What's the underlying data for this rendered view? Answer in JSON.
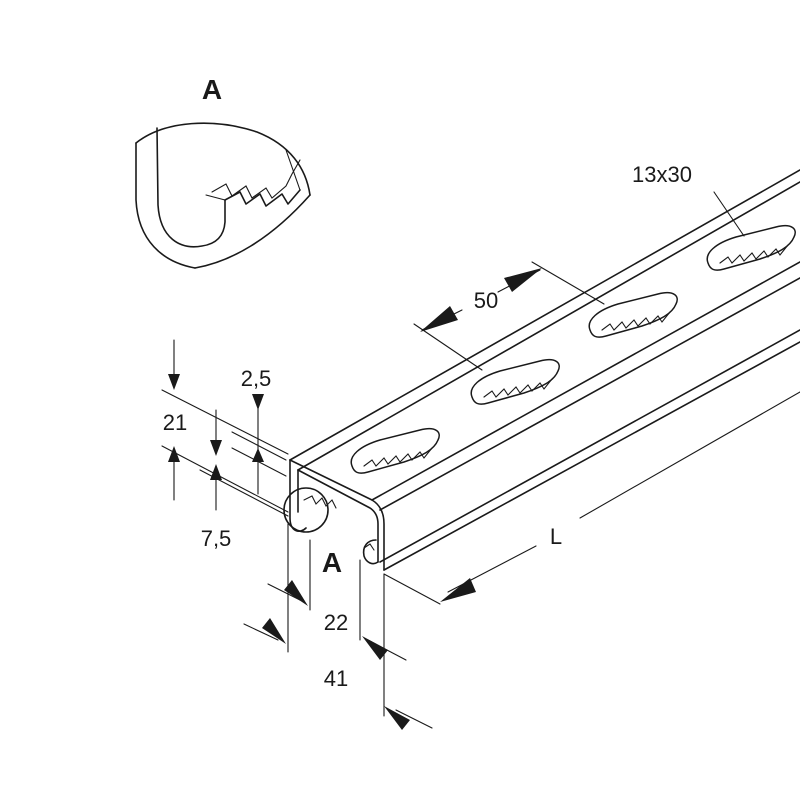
{
  "detail": {
    "label": "A",
    "callout_label": "A"
  },
  "dimensions": {
    "slot_size": "13x30",
    "slot_pitch": "50",
    "lip_thickness": "2,5",
    "height": "21",
    "lip_height": "7,5",
    "inner_width": "22",
    "outer_width": "41",
    "length": "L"
  }
}
